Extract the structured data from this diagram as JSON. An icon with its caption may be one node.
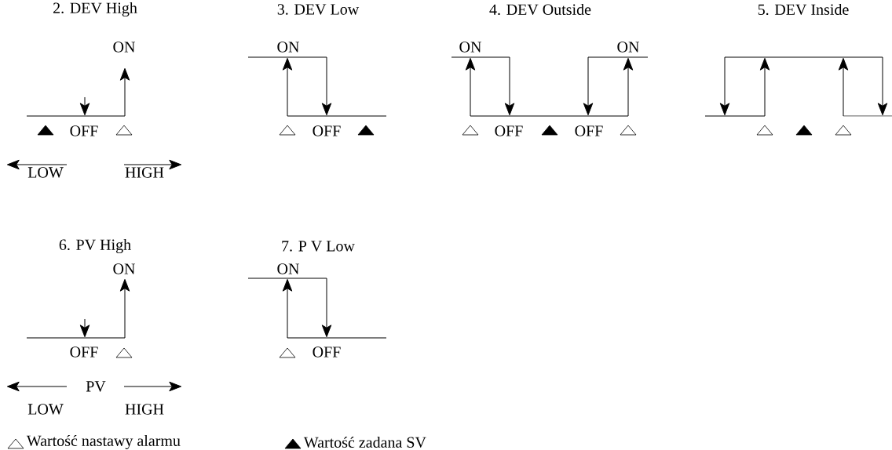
{
  "diagram": {
    "labels": [
      "2. DEV High",
      "3. DEV Low",
      "4. DEV Outside",
      "5. DEV Inside",
      "ON",
      "ON",
      "ON",
      "ON",
      "OFF",
      "OFF",
      "OFF",
      "OFF",
      "LOW",
      "HIGH",
      "6. PV High",
      "7. P V Low",
      "ON",
      "ON",
      "OFF",
      "OFF",
      "PV",
      "LOW",
      "HIGH"
    ],
    "legend": [
      {
        "text": "Wartość nastawy alarmu"
      },
      {
        "text": "Wartość zadana SV"
      }
    ]
  }
}
